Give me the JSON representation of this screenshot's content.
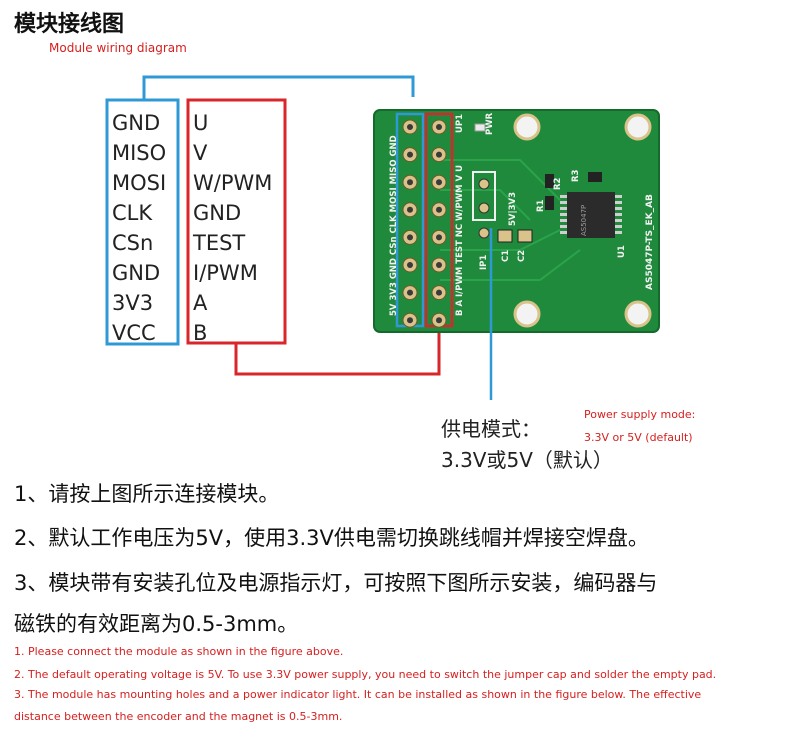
{
  "title": "模块接线图",
  "title_en": "Module wiring diagram",
  "left_pins": [
    "GND",
    "MISO",
    "MOSI",
    "CLK",
    "CSn",
    "GND",
    "3V3",
    "VCC"
  ],
  "right_pins": [
    "U",
    "V",
    "W/PWM",
    "GND",
    "TEST",
    "I/PWM",
    "A",
    "B"
  ],
  "board": {
    "left_row_labels": [
      "GND",
      "MISO",
      "MOSI",
      "CLK",
      "CSn",
      "GND",
      "3V3",
      "5V"
    ],
    "right_row_labels": [
      "U",
      "V",
      "W/PWM",
      "NC",
      "TEST",
      "I/PWM",
      "A",
      "B"
    ],
    "model": "AS5047P-TS_EK_AB",
    "chip_text": "AS5047P",
    "jumper_label": "5V|3V3",
    "labels": {
      "up1": "UP1",
      "pwr": "PWR",
      "r1": "R1",
      "r2": "R2",
      "r3": "R3",
      "c1": "C1",
      "c2": "C2",
      "ip1": "IP1",
      "u1": "U1"
    }
  },
  "supply": {
    "title": "供电模式：",
    "value": "3.3V或5V（默认）",
    "title_en": "Power supply mode:",
    "value_en": "3.3V or 5V (default)"
  },
  "notes_zh": [
    "1、请按上图所示连接模块。",
    "2、默认工作电压为5V，使用3.3V供电需切换跳线帽并焊接空焊盘。",
    "3、模块带有安装孔位及电源指示灯，可按照下图所示安装，编码器与",
    "磁铁的有效距离为0.5-3mm。"
  ],
  "notes_en": [
    "1. Please connect the module as shown in the figure above.",
    "2. The default operating voltage is 5V. To use 3.3V power supply, you need to switch the jumper cap and solder the empty pad.",
    "3. The module has mounting holes and a power indicator light. It can be installed as shown in the figure below. The effective",
    "distance between the encoder and the magnet is 0.5-3mm."
  ],
  "colors": {
    "blue_wire": "#2f98d6",
    "red_wire": "#d8262b",
    "pcb_green": "#1f8a3c",
    "accent_text": "#d62020"
  }
}
